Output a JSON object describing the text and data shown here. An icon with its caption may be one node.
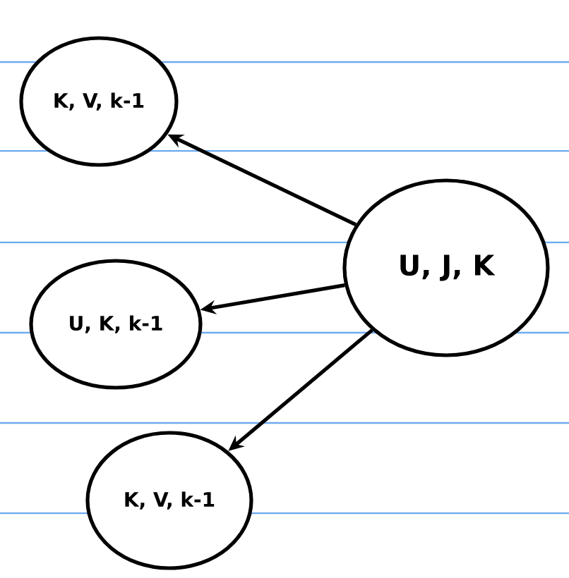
{
  "diagram": {
    "nodes": [
      {
        "text": [
          "U, J, K"
        ]
      },
      {
        "text": [
          "K, V, k-1"
        ]
      },
      {
        "text": [
          "U, K, k-1"
        ]
      },
      {
        "text": [
          "K, V, k-1"
        ]
      }
    ],
    "edges": [
      {
        "from": 0,
        "to": 1,
        "arrow": "to"
      },
      {
        "from": 0,
        "to": 2,
        "arrow": "to"
      },
      {
        "from": 0,
        "to": 3,
        "arrow": "to"
      }
    ]
  }
}
